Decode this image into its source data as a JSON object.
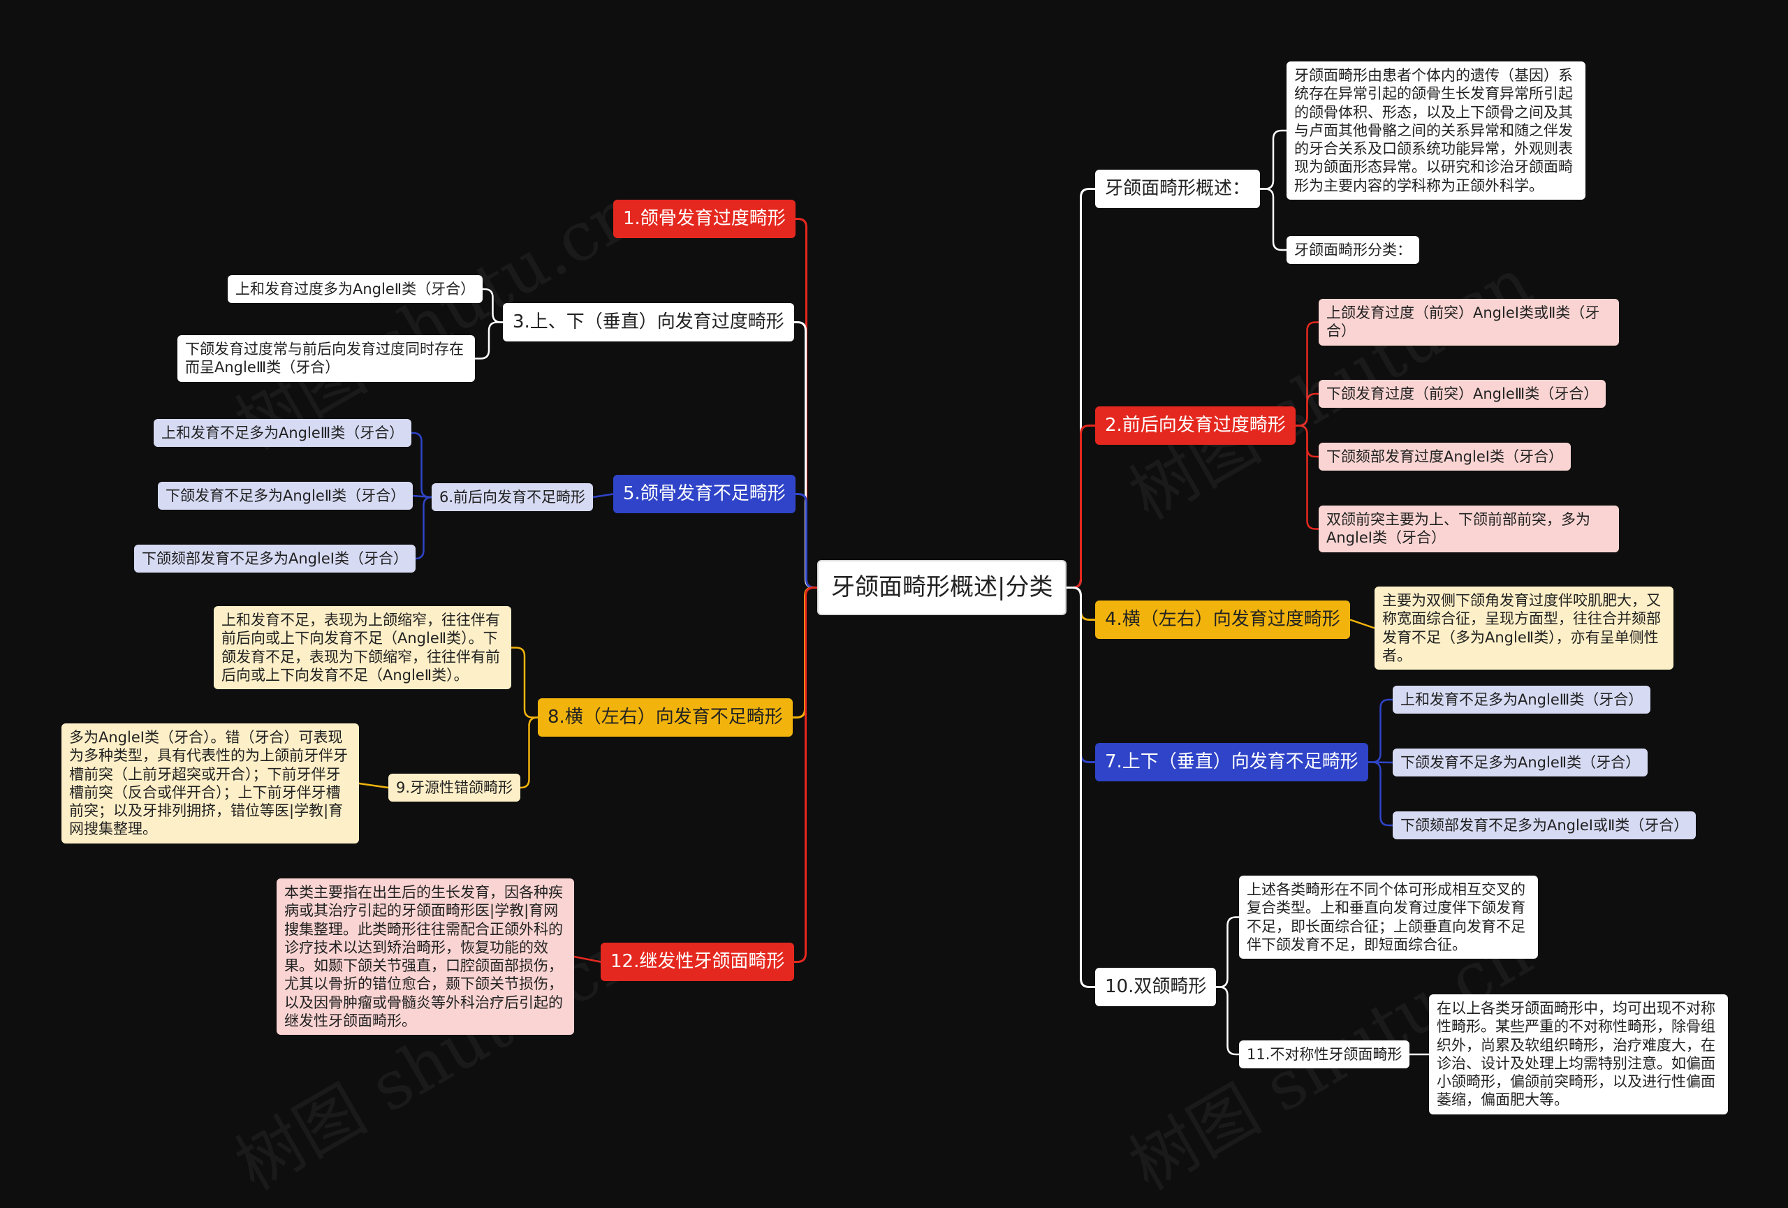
{
  "center": {
    "label": "牙颌面畸形概述|分类"
  },
  "watermark": "树图 shutu.cn",
  "colors": {
    "red": "#e5281f",
    "blue": "#2f44c8",
    "yellow": "#f2b40c",
    "white": "#ffffff",
    "background": "#0e0e0e"
  },
  "right": {
    "overview": {
      "label": "牙颌面畸形概述：",
      "definition": "牙颌面畸形由患者个体内的遗传（基因）系统存在异常引起的颌骨生长发育异常所引起的颌骨体积、形态，以及上下颌骨之间及其与卢面其他骨骼之间的关系异常和随之伴发的牙合关系及口颌系统功能异常，外观则表现为颌面形态异常。以研究和诊治牙颌面畸形为主要内容的学科称为正颌外科学。",
      "classification": "牙颌面畸形分类："
    },
    "t2": {
      "label": "2.前后向发育过度畸形",
      "items": [
        "上颌发育过度（前突）AngleⅠ类或Ⅱ类（牙合）",
        "下颌发育过度（前突）AngleⅢ类（牙合）",
        "下颌颏部发育过度AngleⅠ类（牙合）",
        "双颌前突主要为上、下颌前部前突，多为AngleⅠ类（牙合）"
      ]
    },
    "t4": {
      "label": "4.横（左右）向发育过度畸形",
      "desc": "主要为双侧下颌角发育过度伴咬肌肥大，又称宽面综合征，呈现方面型，往往合并颏部发育不足（多为AngleⅡ类），亦有呈单侧性者。"
    },
    "t7": {
      "label": "7.上下（垂直）向发育不足畸形",
      "items": [
        "上和发育不足多为AngleⅢ类（牙合）",
        "下颌发育不足多为AngleⅡ类（牙合）",
        "下颌颏部发育不足多为AngleⅠ或Ⅱ类（牙合）"
      ]
    },
    "t10": {
      "label": "10.双颌畸形",
      "desc": "上述各类畸形在不同个体可形成相互交叉的复合类型。上和垂直向发育过度伴下颌发育不足，即长面综合征；上颌垂直向发育不足伴下颌发育不足，即短面综合征。",
      "sub11": {
        "label": "11.不对称性牙颌面畸形",
        "desc": "在以上各类牙颌面畸形中，均可出现不对称性畸形。某些严重的不对称性畸形，除骨组织外，尚累及软组织畸形，治疗难度大，在诊治、设计及处理上均需特别注意。如偏面小颌畸形，偏颌前突畸形，以及进行性偏面萎缩，偏面肥大等。"
      }
    }
  },
  "left": {
    "t1": {
      "label": "1.颌骨发育过度畸形"
    },
    "t3": {
      "label": "3.上、下（垂直）向发育过度畸形",
      "items": [
        "上和发育过度多为AngleⅡ类（牙合）",
        "下颌发育过度常与前后向发育过度同时存在而呈AngleⅢ类（牙合）"
      ]
    },
    "t5": {
      "label": "5.颌骨发育不足畸形",
      "sub6": {
        "label": "6.前后向发育不足畸形",
        "items": [
          "上和发育不足多为AngleⅢ类（牙合）",
          "下颌发育不足多为AngleⅡ类（牙合）",
          "下颌颏部发育不足多为AngleⅠ类（牙合）"
        ]
      }
    },
    "t8": {
      "label": "8.横（左右）向发育不足畸形",
      "desc": "上和发育不足，表现为上颌缩窄，往往伴有前后向或上下向发育不足（AngleⅡ类）。下颌发育不足，表现为下颌缩窄，往往伴有前后向或上下向发育不足（AngleⅡ类）。",
      "sub9": {
        "label": "9.牙源性错颌畸形",
        "desc": "多为AngleⅠ类（牙合）。错（牙合）可表现为多种类型，具有代表性的为上颌前牙伴牙槽前突（上前牙超突或开合）；下前牙伴牙槽前突（反合或伴开合）；上下前牙伴牙槽前突；以及牙排列拥挤，错位等医|学教|育网搜集整理。"
      }
    },
    "t12": {
      "label": "12.继发性牙颌面畸形",
      "desc": "本类主要指在出生后的生长发育，因各种疾病或其治疗引起的牙颌面畸形医|学教|育网搜集整理。此类畸形往往需配合正颌外科的诊疗技术以达到矫治畸形，恢复功能的效果。如颞下颌关节强直，口腔颌面部损伤，尤其以骨折的错位愈合，颞下颌关节损伤，以及因骨肿瘤或骨髓炎等外科治疗后引起的继发性牙颌面畸形。"
    }
  }
}
